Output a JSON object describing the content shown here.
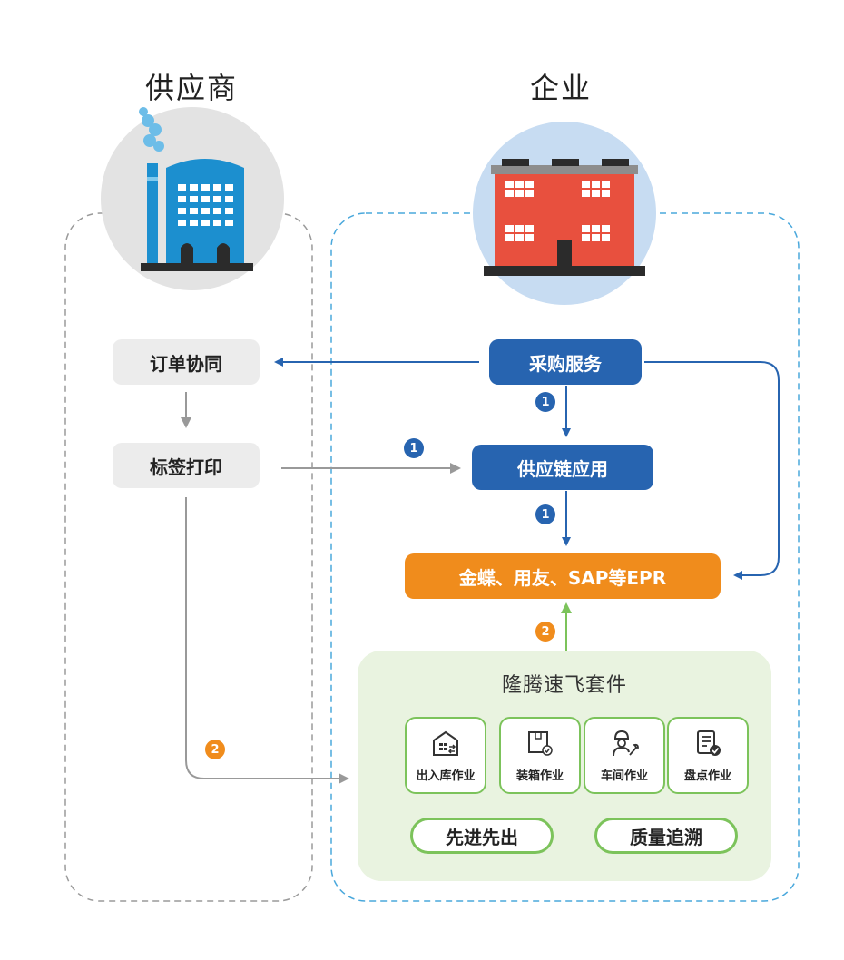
{
  "headers": {
    "supplier": "供应商",
    "enterprise": "企业"
  },
  "supplier_steps": {
    "order_sync": "订单协同",
    "label_print": "标签打印"
  },
  "enterprise_steps": {
    "procurement": "采购服务",
    "supply_chain_app": "供应链应用",
    "erp": "金蝶、用友、SAP等EPR"
  },
  "badges": {
    "step1": "1",
    "step2": "2"
  },
  "suite": {
    "title": "隆腾速飞套件",
    "modules": [
      "出入库作业",
      "装箱作业",
      "车间作业",
      "盘点作业"
    ],
    "features": [
      "先进先出",
      "质量追溯"
    ]
  },
  "colors": {
    "blue": "#2764b0",
    "orange": "#f08c1c",
    "green": "#7cc35b",
    "gray_box": "#ececec",
    "supplier_building": "#1c8fcf",
    "enterprise_building": "#e8503e"
  }
}
